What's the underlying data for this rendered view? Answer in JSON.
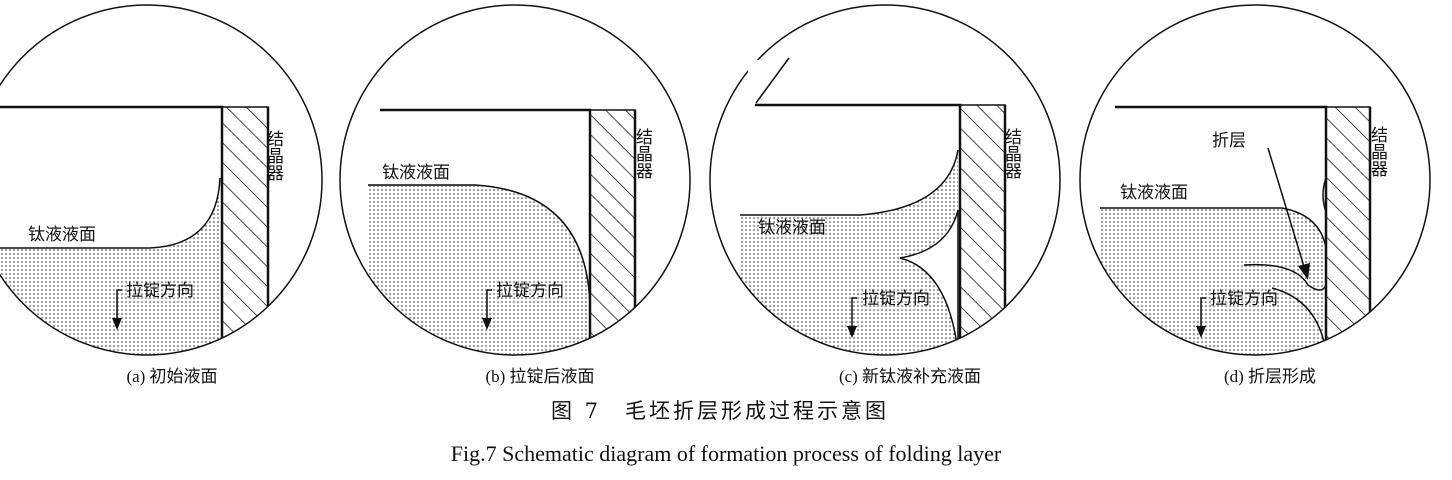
{
  "panels": [
    {
      "id": "a",
      "caption": "(a) 初始液面",
      "liquid_label": "钛液液面",
      "pull_label": "拉锭方向",
      "mold_label": "结晶器"
    },
    {
      "id": "b",
      "caption": "(b) 拉锭后液面",
      "liquid_label": "钛液液面",
      "pull_label": "拉锭方向",
      "mold_label": "结晶器"
    },
    {
      "id": "c",
      "caption": "(c) 新钛液补充液面",
      "liquid_label": "钛液液面",
      "pull_label": "拉锭方向",
      "mold_label": "结晶器"
    },
    {
      "id": "d",
      "caption": "(d) 折层形成",
      "liquid_label": "钛液液面",
      "pull_label": "拉锭方向",
      "mold_label": "结晶器",
      "fold_label": "折层"
    }
  ],
  "figure": {
    "title_cn": "图 7　毛坯折层形成过程示意图",
    "title_en": "Fig.7   Schematic diagram of formation process of folding layer"
  }
}
